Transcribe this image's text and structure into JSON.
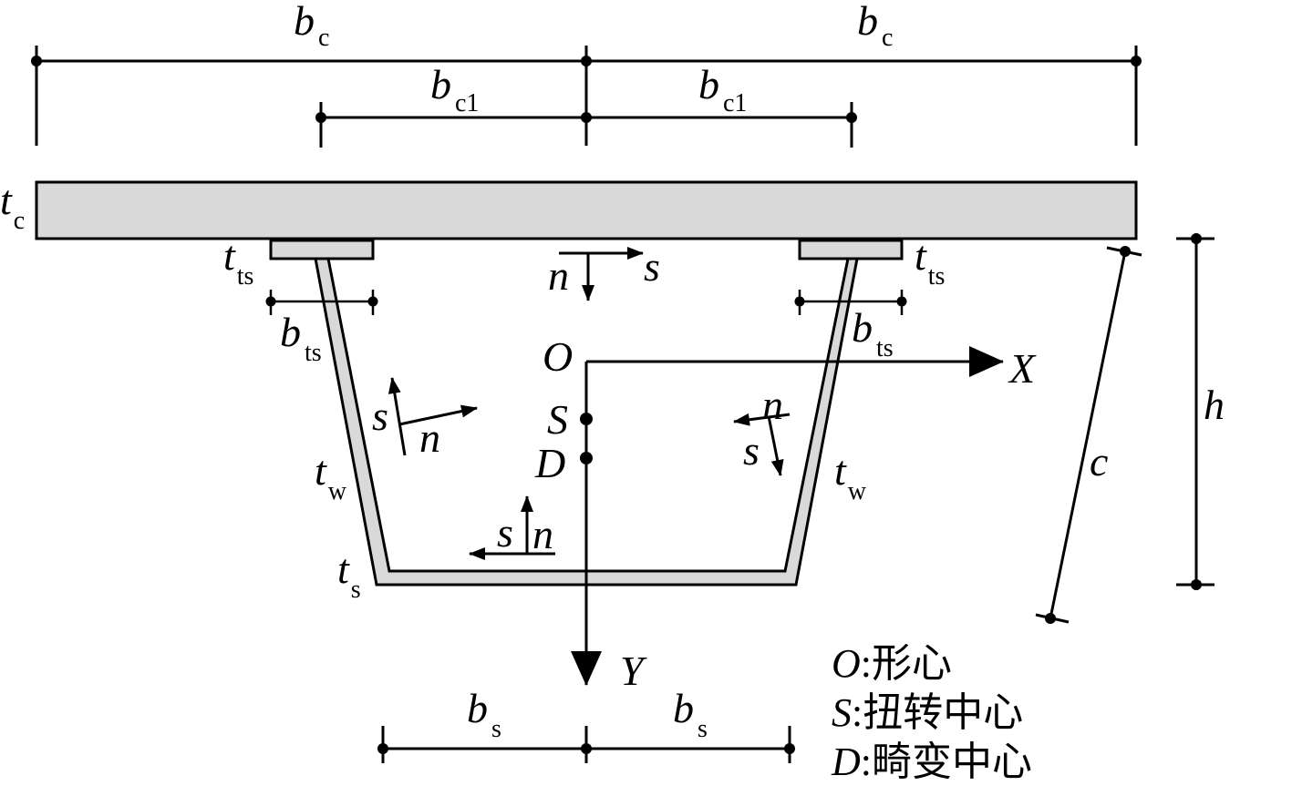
{
  "labels": {
    "bc_main": "b",
    "bc_sub": "c",
    "bc1_main": "b",
    "bc1_sub": "c1",
    "tc_main": "t",
    "tc_sub": "c",
    "tts_main": "t",
    "tts_sub": "ts",
    "bts_main": "b",
    "bts_sub": "ts",
    "tw_main": "t",
    "tw_sub": "w",
    "ts_main": "t",
    "ts_sub": "s",
    "bs_main": "b",
    "bs_sub": "s",
    "h": "h",
    "c": "c",
    "n": "n",
    "s": "s",
    "O": "O",
    "S": "S",
    "D": "D",
    "X": "X",
    "Y": "Y"
  },
  "legend": [
    {
      "sym": "O",
      "text": ":形心"
    },
    {
      "sym": "S",
      "text": ":扭转中心"
    },
    {
      "sym": "D",
      "text": ":畸变中心"
    }
  ],
  "colors": {
    "plate_fill": "#d9d9d9",
    "line": "#000000"
  }
}
